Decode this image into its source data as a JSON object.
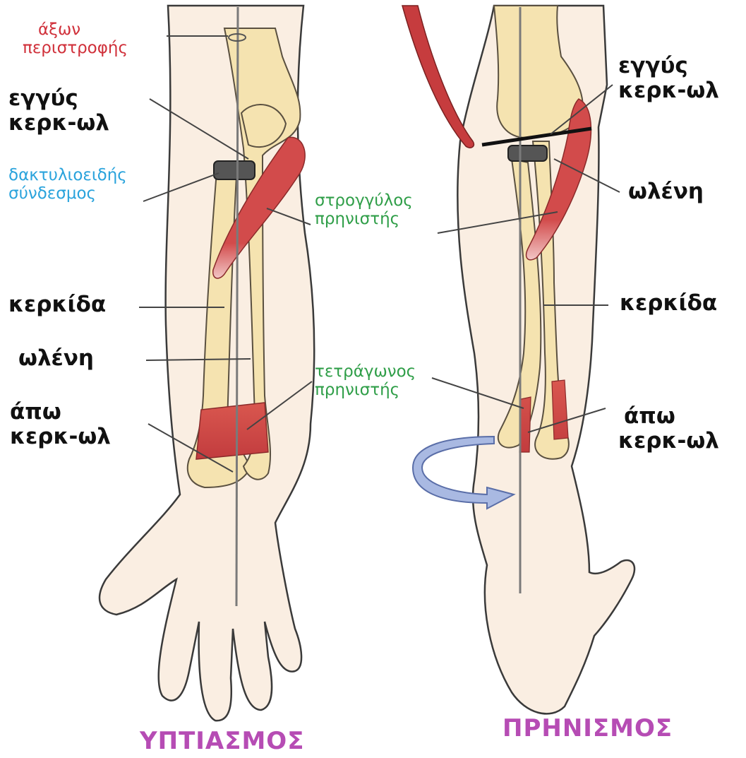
{
  "colors": {
    "skin": "#faeee2",
    "outline": "#3a3a3a",
    "bone": "#f5e3b0",
    "muscle": "#cc4b4b",
    "arrow": "#a9b9e2",
    "title": "#b64cb4",
    "axis_label": "#d0303a",
    "ligament_label": "#2aa3dc",
    "muscle_label": "#2f9e48"
  },
  "left": {
    "caption": "ΥΠΤΙΑΣΜΟΣ",
    "labels": {
      "axis_line1": "άξων",
      "axis_line2": "περιστροφής",
      "proximal_line1": "εγγύς",
      "proximal_line2": "κερκ-ωλ",
      "ligament_line1": "δακτυλιοειδής",
      "ligament_line2": "σύνδεσμος",
      "radius": "κερκίδα",
      "ulna": "ωλένη",
      "distal_line1": "άπω",
      "distal_line2": "κερκ-ωλ"
    }
  },
  "middle": {
    "pronator_teres_line1": "στρογγύλος",
    "pronator_teres_line2": "πρηνιστής",
    "pronator_quadratus_line1": "τετράγωνος",
    "pronator_quadratus_line2": "πρηνιστής"
  },
  "right": {
    "caption": "ΠΡΗΝΙΣΜΟΣ",
    "labels": {
      "proximal_line1": "εγγύς",
      "proximal_line2": "κερκ-ωλ",
      "ulna": "ωλένη",
      "radius": "κερκίδα",
      "distal_line1": "άπω",
      "distal_line2": "κερκ-ωλ"
    }
  }
}
